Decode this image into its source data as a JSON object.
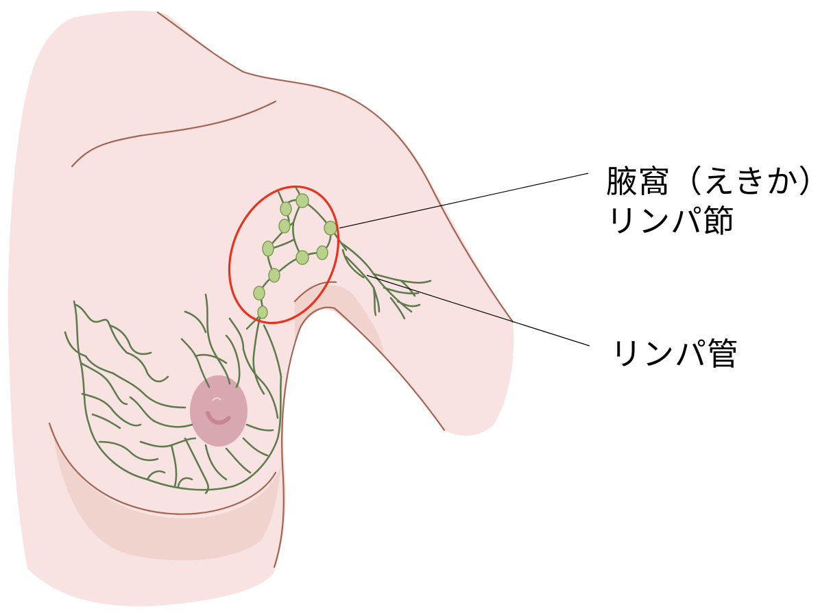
{
  "labels": {
    "axillary_nodes_line1": "腋窩（えきか）",
    "axillary_nodes_line2": "リンパ節",
    "lymph_vessel": "リンパ管"
  },
  "colors": {
    "skin": "#f9e3e2",
    "skin_shadow": "#efd0cc",
    "outline": "#a46452",
    "vessel": "#5e7b4c",
    "node_fill": "#b8d18b",
    "node_stroke": "#7d9a55",
    "areola": "#d9a7b0",
    "nipple": "#c88595",
    "highlight_circle": "#e8321e",
    "leader_line": "#000000"
  }
}
